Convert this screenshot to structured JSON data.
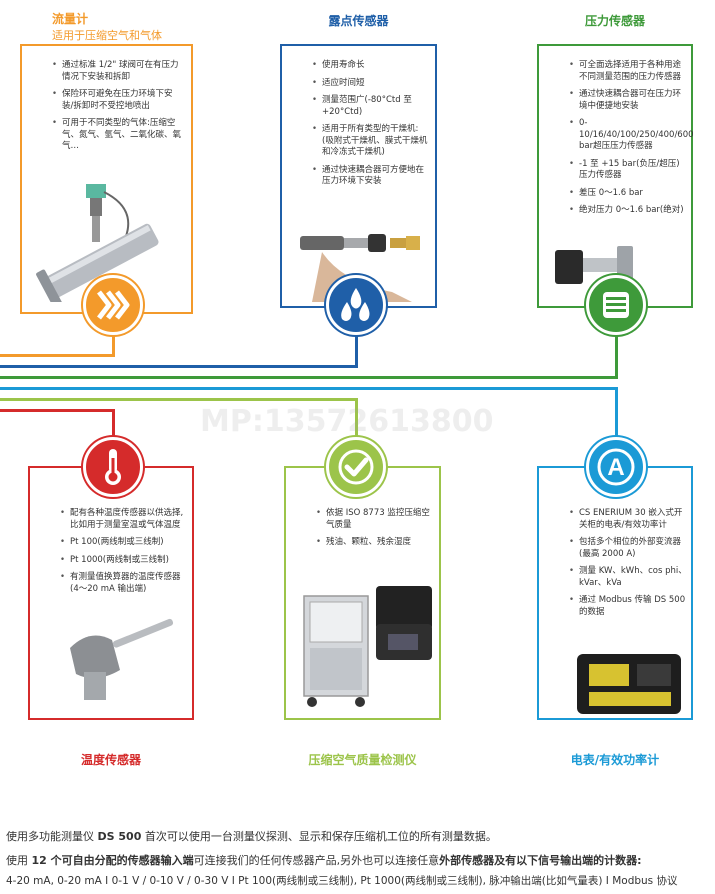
{
  "colors": {
    "orange": "#f39a2b",
    "blue": "#1f5fa8",
    "green": "#3e9a3a",
    "red": "#d52b2b",
    "lime": "#9cc44a",
    "cyan": "#1b9ad6"
  },
  "cards": {
    "flow": {
      "title": "流量计",
      "subtitle": "适用于压缩空气和气体",
      "icon": "flow-chevrons-icon",
      "items": [
        "通过标准 1/2\" 球阀可在有压力情况下安装和拆卸",
        "保险环可避免在压力环境下安装/拆卸时不受控地喷出",
        "可用于不同类型的气体:压缩空气、氮气、氩气、二氧化碳、氧气…"
      ]
    },
    "dewpoint": {
      "title": "露点传感器",
      "icon": "water-drops-icon",
      "items": [
        "使用寿命长",
        "适应时间短",
        "测量范围广(-80°Ctd 至 +20°Ctd)",
        "适用于所有类型的干燥机:(吸附式干燥机、膜式干燥机和冷冻式干燥机)",
        "通过快速耦合器可方便地在压力环境下安装"
      ]
    },
    "pressure": {
      "title": "压力传感器",
      "icon": "gauge-lines-icon",
      "items": [
        "可全面选择适用于各种用途不同测量范围的压力传感器",
        "通过快速耦合器可在压力环境中便捷地安装",
        "0-10/16/40/100/250/400/600 bar超压压力传感器",
        "-1 至 +15 bar(负压/超压)压力传感器",
        "差压 0～1.6 bar",
        "绝对压力 0～1.6 bar(绝对)"
      ]
    },
    "temperature": {
      "title": "温度传感器",
      "icon": "thermometer-icon",
      "items": [
        "配有各种温度传感器以供选择,比如用于测量室温或气体温度",
        "Pt 100(两线制或三线制)",
        "Pt 1000(两线制或三线制)",
        "有测量值换算器的温度传感器(4～20 mA 输出端)"
      ]
    },
    "quality": {
      "title": "压缩空气质量检测仪",
      "icon": "checkmark-icon",
      "items": [
        "依据 ISO 8773 监控压缩空气质量",
        "残油、颗粒、残余湿度"
      ]
    },
    "meter": {
      "title": "电表/有效功率计",
      "icon": "letter-a-icon",
      "icon_letter": "A",
      "items": [
        "CS ENERIUM 30 嵌入式开关柜的电表/有效功率计",
        "包括多个相位的外部变流器(最高 2000 A)",
        "测量 KW、kWh、cos phi、kVar、kVa",
        "通过 Modbus 传输 DS 500 的数据"
      ]
    }
  },
  "footer": {
    "line1_pre": "使用多功能测量仪 ",
    "line1_bold": "DS 500",
    "line1_post": " 首次可以使用一台测量仪探测、显示和保存压缩机工位的所有测量数据。",
    "line2_pre": "使用 ",
    "line2_bold1": "12 个可自由分配的传感器输入端",
    "line2_mid": "可连接我们的任何传感器产品,另外也可以连接任意",
    "line2_bold2": "外部传感器及有以下信号输出端的计数器:",
    "line3": "4-20 mA, 0-20 mA I 0-1 V / 0-10 V / 0-30 V I Pt 100(两线制或三线制), Pt 1000(两线制或三线制), 脉冲输出端(比如气量表) I Modbus 协议"
  },
  "watermark": "MP:13572613800"
}
